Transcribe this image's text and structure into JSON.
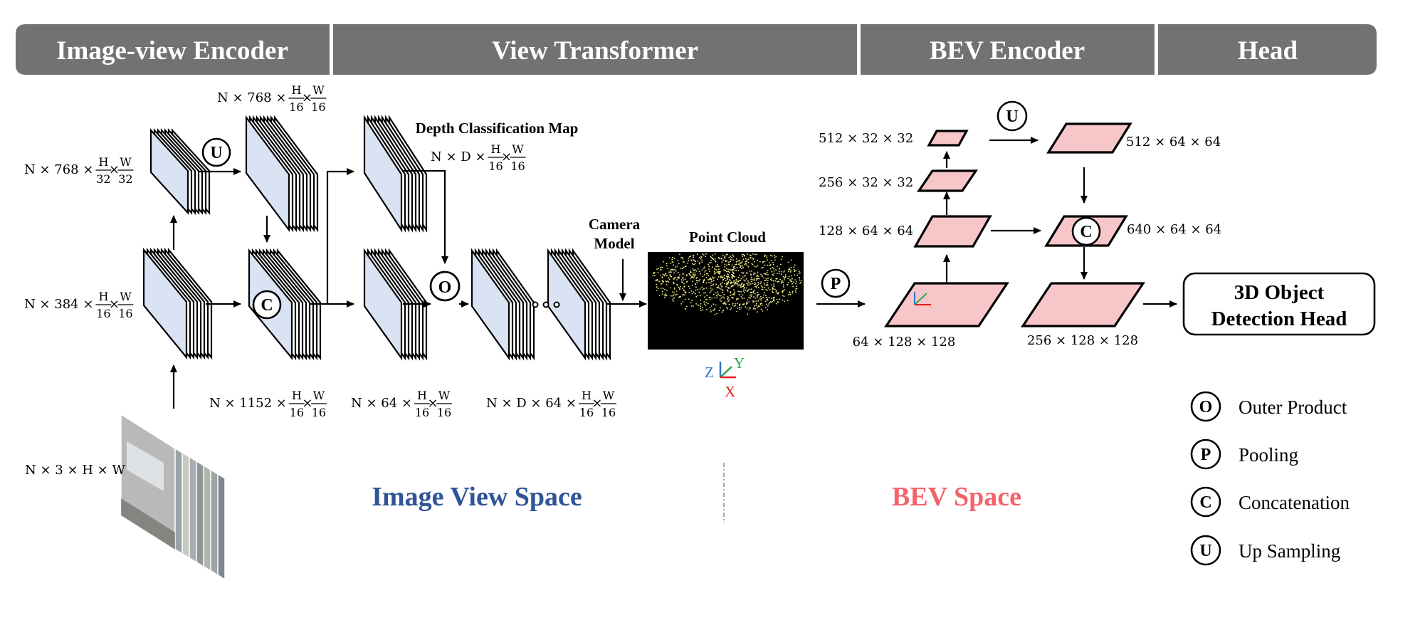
{
  "header": {
    "image_view_encoder": "Image-view Encoder",
    "view_transformer": "View Transformer",
    "bev_encoder": "BEV Encoder",
    "head": "Head"
  },
  "dims": {
    "input": "N × 3 × H × W",
    "enc_low": {
      "pre": "N × 384 ×",
      "num1": "H",
      "den1": "16",
      "num2": "W",
      "den2": "16"
    },
    "enc_high": {
      "pre": "N × 768 ×",
      "num1": "H",
      "den1": "32",
      "num2": "W",
      "den2": "32"
    },
    "enc_up": {
      "pre": "N × 768 ×",
      "num1": "H",
      "den1": "16",
      "num2": "W",
      "den2": "16"
    },
    "enc_cat": {
      "pre": "N × 1152 ×",
      "num1": "H",
      "den1": "16",
      "num2": "W",
      "den2": "16"
    },
    "ctx": {
      "pre": "N × 64 ×",
      "num1": "H",
      "den1": "16",
      "num2": "W",
      "den2": "16"
    },
    "depth": {
      "pre": "N × D ×",
      "num1": "H",
      "den1": "16",
      "num2": "W",
      "den2": "16"
    },
    "frustum": {
      "pre": "N × D × 64 ×",
      "num1": "H",
      "den1": "16",
      "num2": "W",
      "den2": "16"
    },
    "bev0": "64 × 128 × 128",
    "bev1": "128 × 64 × 64",
    "bev2": "256 × 32 × 32",
    "bev3": "512 × 32 × 32",
    "bev_up": "512 × 64 × 64",
    "bev_cat": "640 × 64 × 64",
    "bev_out": "256 × 128 × 128"
  },
  "labels": {
    "depth_map": "Depth Classification Map",
    "camera_model_1": "Camera",
    "camera_model_2": "Model",
    "point_cloud": "Point Cloud",
    "head_box_1": "3D Object",
    "head_box_2": "Detection Head",
    "image_view_space": "Image View Space",
    "bev_space": "BEV Space",
    "axis_z": "Z",
    "axis_y": "Y",
    "axis_x": "X"
  },
  "ops": {
    "outer": "O",
    "pool": "P",
    "concat": "C",
    "up": "U"
  },
  "legend": [
    {
      "symbol": "O",
      "text": "Outer Product"
    },
    {
      "symbol": "P",
      "text": "Pooling"
    },
    {
      "symbol": "C",
      "text": "Concatenation"
    },
    {
      "symbol": "U",
      "text": "Up Sampling"
    }
  ],
  "colors": {
    "header_bg": "#737171",
    "feature_map": "#dae3f3",
    "bev_fill": "#f7c6c9",
    "image_view_space": "#2f5597",
    "bev_space": "#f4636a",
    "cloud_point": "#f2f28c"
  }
}
